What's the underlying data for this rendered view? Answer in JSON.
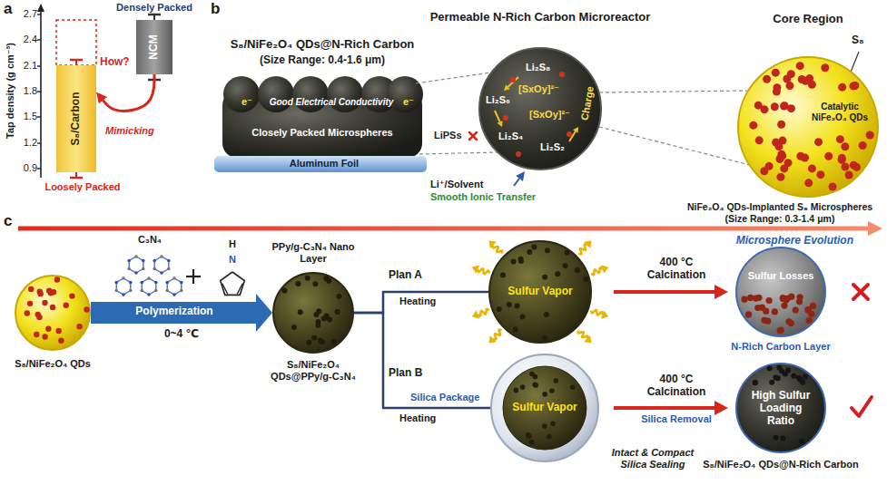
{
  "diagram": {
    "nodes": [
      {
        "text": [
          "NCM"
        ]
      },
      {
        "text": [
          "S₈/Carbon"
        ]
      },
      {
        "text": [
          "Aluminum Foil"
        ]
      },
      {
        "text": [
          "Permeable N-Rich Carbon Microreactor",
          "Li₂S₈",
          "Li₂S₆",
          "[SxOy]²⁻",
          "[SxOy]²⁻",
          "Charge",
          "Li₂S₄",
          "Li₂S₂"
        ]
      },
      {
        "text": [
          "Core Region"
        ]
      },
      {
        "text": [
          "S₈/NiFe₂O₄ QDs"
        ]
      },
      {
        "text": [
          "PPy/g-C₃N₄ Nano Layer",
          "S₈/NiFe₂O₄ QDs@PPy/g-C₃N₄"
        ]
      },
      {
        "text": [
          "Sulfur Vapor"
        ]
      },
      {
        "text": [
          "Sulfur Vapor"
        ]
      },
      {
        "text": [
          "Sulfur Losses"
        ]
      },
      {
        "text": [
          "High Sulfur Loading Ratio",
          "S₈/NiFe₂O₄ QDs@N-Rich Carbon"
        ]
      }
    ],
    "edges": [
      {
        "from": 0,
        "to": 1,
        "arrow": "to",
        "label": "Mimicking"
      },
      {
        "from": 5,
        "to": 6,
        "arrow": "to",
        "label": "Polymerization"
      },
      {
        "from": 6,
        "to": 7,
        "arrow": "none",
        "label": "Heating"
      },
      {
        "from": 6,
        "to": 8,
        "arrow": "none",
        "label": "Heating"
      },
      {
        "from": 7,
        "to": 9,
        "arrow": "to",
        "label": "400 °C Calcination"
      },
      {
        "from": 8,
        "to": 10,
        "arrow": "to",
        "label": "400 °C Calcination"
      }
    ],
    "labels": [
      "a",
      "Tap density (g cm⁻³)",
      "2.7",
      "2.4",
      "2.1",
      "1.8",
      "1.5",
      "1.2",
      "0.9",
      "Densely Packed",
      "How?",
      "Loosely Packed",
      "b",
      "S₈/NiFe₂O₄ QDs@N-Rich Carbon",
      "(Size Range: 0.4-1.6 μm)",
      "e⁻",
      "Good Electrical Conductivity",
      "e⁻",
      "Closely Packed Microspheres",
      "LiPSs",
      "Li⁺/Solvent",
      "Smooth Ionic Transfer",
      "S₈",
      "Catalytic NiFe₂O₄ QDs",
      "NiFe₂O₄ QDs-Implanted S₈ Microspheres",
      "(Size Range: 0.3-1.4 μm)",
      "c",
      "Microsphere Evolution",
      "C₃N₄",
      "H",
      "N",
      "0~4 ℃",
      "Plan A",
      "Plan B",
      "Silica Package",
      "Silica Removal",
      "Intact & Compact Silica Sealing",
      "N-Rich Carbon Layer"
    ]
  }
}
